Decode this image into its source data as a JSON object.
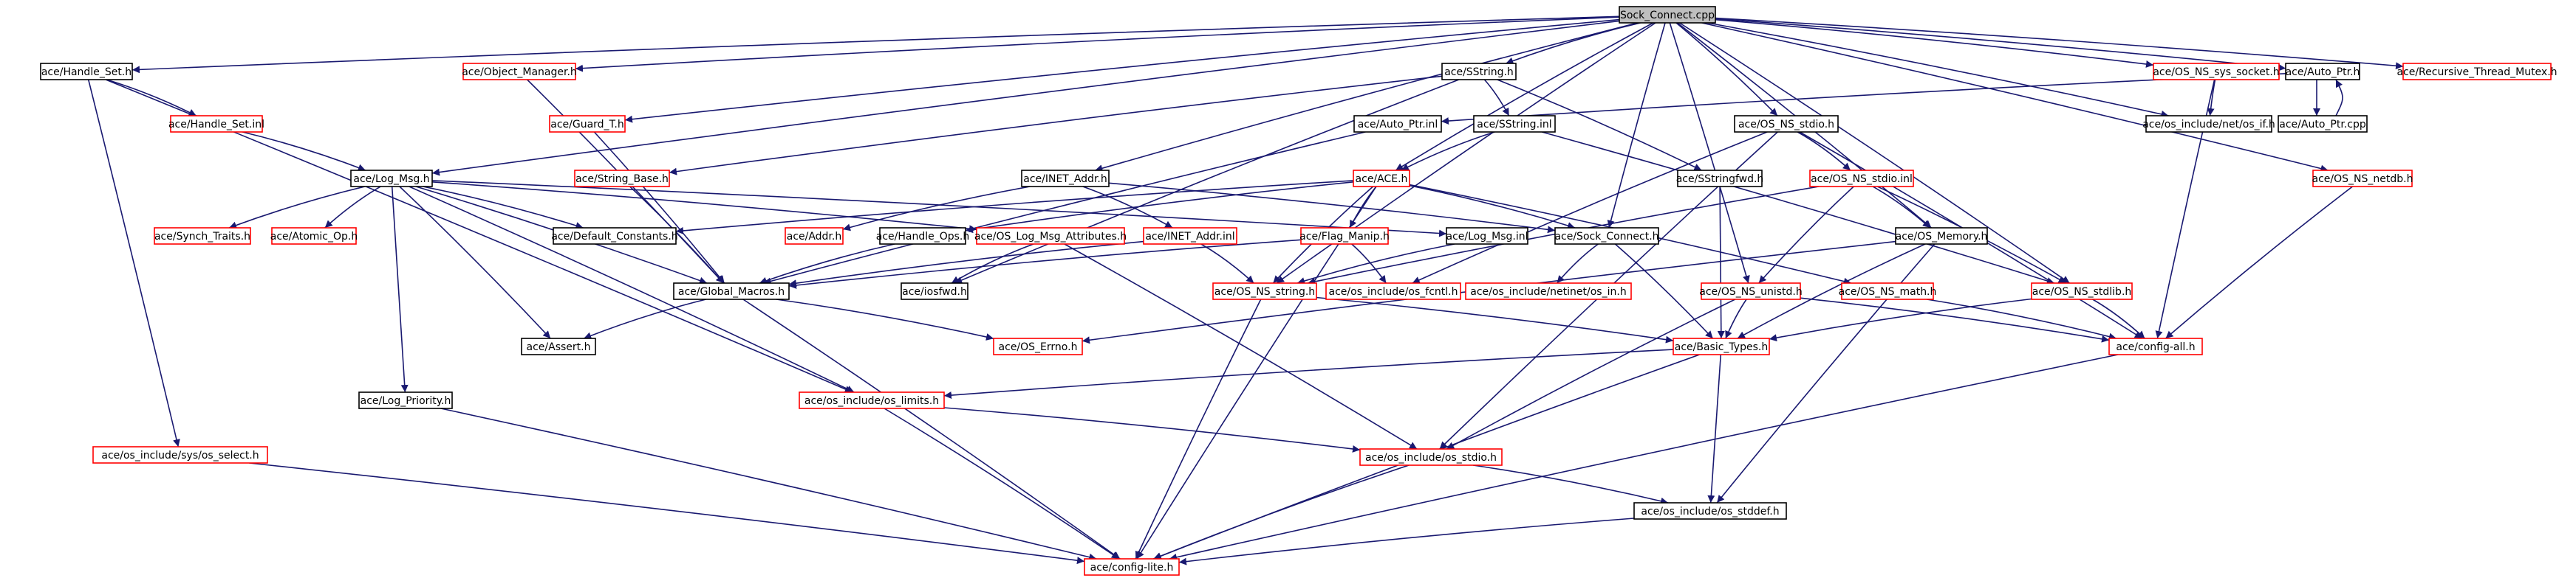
{
  "colors": {
    "edge": "#191970",
    "node_fill": "#ffffff",
    "border_local": "#000000",
    "border_external": "#ff0000",
    "root_fill": "#bfbfbf"
  },
  "nodes": [
    {
      "id": "root",
      "label": "Sock_Connect.cpp",
      "kind": "root"
    },
    {
      "id": "handle_set_h",
      "label": "ace/Handle_Set.h",
      "kind": "local"
    },
    {
      "id": "object_manager_h",
      "label": "ace/Object_Manager.h",
      "kind": "external"
    },
    {
      "id": "sstring_h",
      "label": "ace/SString.h",
      "kind": "local"
    },
    {
      "id": "os_ns_sys_socket_h",
      "label": "ace/OS_NS_sys_socket.h",
      "kind": "external"
    },
    {
      "id": "auto_ptr_h",
      "label": "ace/Auto_Ptr.h",
      "kind": "local"
    },
    {
      "id": "recursive_thread_mutex_h",
      "label": "ace/Recursive_Thread_Mutex.h",
      "kind": "external"
    },
    {
      "id": "handle_set_inl",
      "label": "ace/Handle_Set.inl",
      "kind": "external"
    },
    {
      "id": "guard_t_h",
      "label": "ace/Guard_T.h",
      "kind": "external"
    },
    {
      "id": "auto_ptr_inl",
      "label": "ace/Auto_Ptr.inl",
      "kind": "local"
    },
    {
      "id": "sstring_inl",
      "label": "ace/SString.inl",
      "kind": "local"
    },
    {
      "id": "os_ns_stdio_h",
      "label": "ace/OS_NS_stdio.h",
      "kind": "local"
    },
    {
      "id": "os_include_net_os_if_h",
      "label": "ace/os_include/net/os_if.h",
      "kind": "local"
    },
    {
      "id": "auto_ptr_cpp",
      "label": "ace/Auto_Ptr.cpp",
      "kind": "local"
    },
    {
      "id": "log_msg_h",
      "label": "ace/Log_Msg.h",
      "kind": "local"
    },
    {
      "id": "string_base_h",
      "label": "ace/String_Base.h",
      "kind": "external"
    },
    {
      "id": "inet_addr_h",
      "label": "ace/INET_Addr.h",
      "kind": "local"
    },
    {
      "id": "ace_h",
      "label": "ace/ACE.h",
      "kind": "external"
    },
    {
      "id": "sstringfwd_h",
      "label": "ace/SStringfwd.h",
      "kind": "local"
    },
    {
      "id": "os_ns_stdio_inl",
      "label": "ace/OS_NS_stdio.inl",
      "kind": "external"
    },
    {
      "id": "os_ns_netdb_h",
      "label": "ace/OS_NS_netdb.h",
      "kind": "external"
    },
    {
      "id": "synch_traits_h",
      "label": "ace/Synch_Traits.h",
      "kind": "external"
    },
    {
      "id": "atomic_op_h",
      "label": "ace/Atomic_Op.h",
      "kind": "external"
    },
    {
      "id": "default_constants_h",
      "label": "ace/Default_Constants.h",
      "kind": "local"
    },
    {
      "id": "addr_h",
      "label": "ace/Addr.h",
      "kind": "external"
    },
    {
      "id": "handle_ops_h",
      "label": "ace/Handle_Ops.h",
      "kind": "local"
    },
    {
      "id": "os_log_msg_attributes_h",
      "label": "ace/OS_Log_Msg_Attributes.h",
      "kind": "external"
    },
    {
      "id": "inet_addr_inl",
      "label": "ace/INET_Addr.inl",
      "kind": "external"
    },
    {
      "id": "flag_manip_h",
      "label": "ace/Flag_Manip.h",
      "kind": "external"
    },
    {
      "id": "log_msg_inl",
      "label": "ace/Log_Msg.inl",
      "kind": "local"
    },
    {
      "id": "sock_connect_h",
      "label": "ace/Sock_Connect.h",
      "kind": "local"
    },
    {
      "id": "os_memory_h",
      "label": "ace/OS_Memory.h",
      "kind": "local"
    },
    {
      "id": "global_macros_h",
      "label": "ace/Global_Macros.h",
      "kind": "local"
    },
    {
      "id": "iosfwd_h",
      "label": "ace/iosfwd.h",
      "kind": "local"
    },
    {
      "id": "os_ns_string_h",
      "label": "ace/OS_NS_string.h",
      "kind": "external"
    },
    {
      "id": "os_include_os_fcntl_h",
      "label": "ace/os_include/os_fcntl.h",
      "kind": "external"
    },
    {
      "id": "os_include_netinet_os_in_h",
      "label": "ace/os_include/netinet/os_in.h",
      "kind": "external"
    },
    {
      "id": "os_ns_unistd_h",
      "label": "ace/OS_NS_unistd.h",
      "kind": "external"
    },
    {
      "id": "os_ns_math_h",
      "label": "ace/OS_NS_math.h",
      "kind": "external"
    },
    {
      "id": "os_ns_stdlib_h",
      "label": "ace/OS_NS_stdlib.h",
      "kind": "external"
    },
    {
      "id": "assert_h",
      "label": "ace/Assert.h",
      "kind": "local"
    },
    {
      "id": "os_errno_h",
      "label": "ace/OS_Errno.h",
      "kind": "external"
    },
    {
      "id": "basic_types_h",
      "label": "ace/Basic_Types.h",
      "kind": "external"
    },
    {
      "id": "config_all_h",
      "label": "ace/config-all.h",
      "kind": "external"
    },
    {
      "id": "log_priority_h",
      "label": "ace/Log_Priority.h",
      "kind": "local"
    },
    {
      "id": "os_include_os_limits_h",
      "label": "ace/os_include/os_limits.h",
      "kind": "external"
    },
    {
      "id": "os_include_sys_os_select_h",
      "label": "ace/os_include/sys/os_select.h",
      "kind": "external"
    },
    {
      "id": "os_include_os_stdio_h",
      "label": "ace/os_include/os_stdio.h",
      "kind": "external"
    },
    {
      "id": "os_include_os_stddef_h",
      "label": "ace/os_include/os_stddef.h",
      "kind": "local"
    },
    {
      "id": "config_lite_h",
      "label": "ace/config-lite.h",
      "kind": "external"
    }
  ],
  "edges": [
    [
      "root",
      "handle_set_h"
    ],
    [
      "root",
      "object_manager_h"
    ],
    [
      "root",
      "guard_t_h"
    ],
    [
      "root",
      "log_msg_h"
    ],
    [
      "root",
      "inet_addr_h"
    ],
    [
      "root",
      "sstring_h"
    ],
    [
      "root",
      "ace_h"
    ],
    [
      "root",
      "os_ns_string_h"
    ],
    [
      "root",
      "sock_connect_h"
    ],
    [
      "root",
      "os_ns_stdio_h"
    ],
    [
      "root",
      "os_ns_unistd_h"
    ],
    [
      "root",
      "os_memory_h"
    ],
    [
      "root",
      "os_ns_stdlib_h"
    ],
    [
      "root",
      "os_ns_sys_socket_h"
    ],
    [
      "root",
      "os_include_net_os_if_h"
    ],
    [
      "root",
      "auto_ptr_h"
    ],
    [
      "root",
      "os_ns_netdb_h"
    ],
    [
      "root",
      "recursive_thread_mutex_h"
    ],
    [
      "handle_set_h",
      "handle_set_inl"
    ],
    [
      "handle_set_h",
      "os_include_sys_os_select_h"
    ],
    [
      "handle_set_h",
      "os_include_os_limits_h"
    ],
    [
      "handle_set_inl",
      "log_msg_h"
    ],
    [
      "object_manager_h",
      "global_macros_h"
    ],
    [
      "guard_t_h",
      "global_macros_h"
    ],
    [
      "sstring_h",
      "string_base_h"
    ],
    [
      "sstring_h",
      "sstring_inl"
    ],
    [
      "sstring_h",
      "sstringfwd_h"
    ],
    [
      "sstring_h",
      "iosfwd_h"
    ],
    [
      "string_base_h",
      "global_macros_h"
    ],
    [
      "sstring_inl",
      "ace_h"
    ],
    [
      "sstring_inl",
      "os_ns_stdlib_h"
    ],
    [
      "auto_ptr_h",
      "auto_ptr_inl"
    ],
    [
      "auto_ptr_h",
      "auto_ptr_cpp"
    ],
    [
      "auto_ptr_cpp",
      "auto_ptr_h"
    ],
    [
      "auto_ptr_inl",
      "global_macros_h"
    ],
    [
      "os_ns_sys_socket_h",
      "os_include_net_os_if_h"
    ],
    [
      "os_ns_sys_socket_h",
      "config_all_h"
    ],
    [
      "os_ns_stdio_h",
      "os_ns_stdio_inl"
    ],
    [
      "os_ns_stdio_h",
      "config_all_h"
    ],
    [
      "os_ns_stdio_h",
      "os_include_os_stdio_h"
    ],
    [
      "os_ns_stdio_h",
      "os_include_os_fcntl_h"
    ],
    [
      "os_ns_stdio_inl",
      "os_ns_unistd_h"
    ],
    [
      "os_ns_stdio_inl",
      "os_ns_stdlib_h"
    ],
    [
      "os_ns_stdio_inl",
      "os_memory_h"
    ],
    [
      "os_ns_stdio_inl",
      "os_ns_string_h"
    ],
    [
      "os_ns_netdb_h",
      "config_all_h"
    ],
    [
      "log_msg_h",
      "default_constants_h"
    ],
    [
      "log_msg_h",
      "log_msg_inl"
    ],
    [
      "log_msg_h",
      "synch_traits_h"
    ],
    [
      "log_msg_h",
      "atomic_op_h"
    ],
    [
      "log_msg_h",
      "os_log_msg_attributes_h"
    ],
    [
      "log_msg_h",
      "global_macros_h"
    ],
    [
      "log_msg_h",
      "assert_h"
    ],
    [
      "log_msg_h",
      "log_priority_h"
    ],
    [
      "log_msg_h",
      "os_include_os_limits_h"
    ],
    [
      "inet_addr_h",
      "addr_h"
    ],
    [
      "inet_addr_h",
      "inet_addr_inl"
    ],
    [
      "inet_addr_h",
      "sock_connect_h"
    ],
    [
      "inet_addr_inl",
      "global_macros_h"
    ],
    [
      "inet_addr_inl",
      "os_ns_string_h"
    ],
    [
      "ace_h",
      "default_constants_h"
    ],
    [
      "ace_h",
      "flag_manip_h"
    ],
    [
      "ace_h",
      "handle_ops_h"
    ],
    [
      "ace_h",
      "os_ns_math_h"
    ],
    [
      "ace_h",
      "sock_connect_h"
    ],
    [
      "ace_h",
      "os_ns_string_h"
    ],
    [
      "ace_h",
      "config_lite_h"
    ],
    [
      "handle_ops_h",
      "global_macros_h"
    ],
    [
      "flag_manip_h",
      "global_macros_h"
    ],
    [
      "flag_manip_h",
      "os_include_os_fcntl_h"
    ],
    [
      "log_msg_inl",
      "os_ns_string_h"
    ],
    [
      "sock_connect_h",
      "basic_types_h"
    ],
    [
      "sock_connect_h",
      "os_include_netinet_os_in_h"
    ],
    [
      "os_log_msg_attributes_h",
      "os_include_os_stdio_h"
    ],
    [
      "os_log_msg_attributes_h",
      "iosfwd_h"
    ],
    [
      "sstringfwd_h",
      "basic_types_h"
    ],
    [
      "global_macros_h",
      "assert_h"
    ],
    [
      "global_macros_h",
      "os_errno_h"
    ],
    [
      "global_macros_h",
      "config_lite_h"
    ],
    [
      "os_ns_string_h",
      "basic_types_h"
    ],
    [
      "os_ns_string_h",
      "config_lite_h"
    ],
    [
      "os_ns_unistd_h",
      "basic_types_h"
    ],
    [
      "os_ns_unistd_h",
      "os_include_os_stdio_h"
    ],
    [
      "os_ns_unistd_h",
      "config_all_h"
    ],
    [
      "os_ns_math_h",
      "config_all_h"
    ],
    [
      "os_memory_h",
      "basic_types_h"
    ],
    [
      "os_memory_h",
      "os_errno_h"
    ],
    [
      "os_memory_h",
      "os_include_os_stddef_h"
    ],
    [
      "os_ns_stdlib_h",
      "basic_types_h"
    ],
    [
      "os_ns_stdlib_h",
      "config_all_h"
    ],
    [
      "basic_types_h",
      "os_include_os_limits_h"
    ],
    [
      "basic_types_h",
      "os_include_os_stddef_h"
    ],
    [
      "basic_types_h",
      "config_lite_h"
    ],
    [
      "config_all_h",
      "config_lite_h"
    ],
    [
      "log_priority_h",
      "config_lite_h"
    ],
    [
      "os_include_os_limits_h",
      "os_include_os_stdio_h"
    ],
    [
      "os_include_os_limits_h",
      "config_lite_h"
    ],
    [
      "os_include_sys_os_select_h",
      "config_lite_h"
    ],
    [
      "os_include_os_stdio_h",
      "os_include_os_stddef_h"
    ],
    [
      "os_include_os_stdio_h",
      "config_lite_h"
    ],
    [
      "os_include_os_stddef_h",
      "config_lite_h"
    ]
  ]
}
